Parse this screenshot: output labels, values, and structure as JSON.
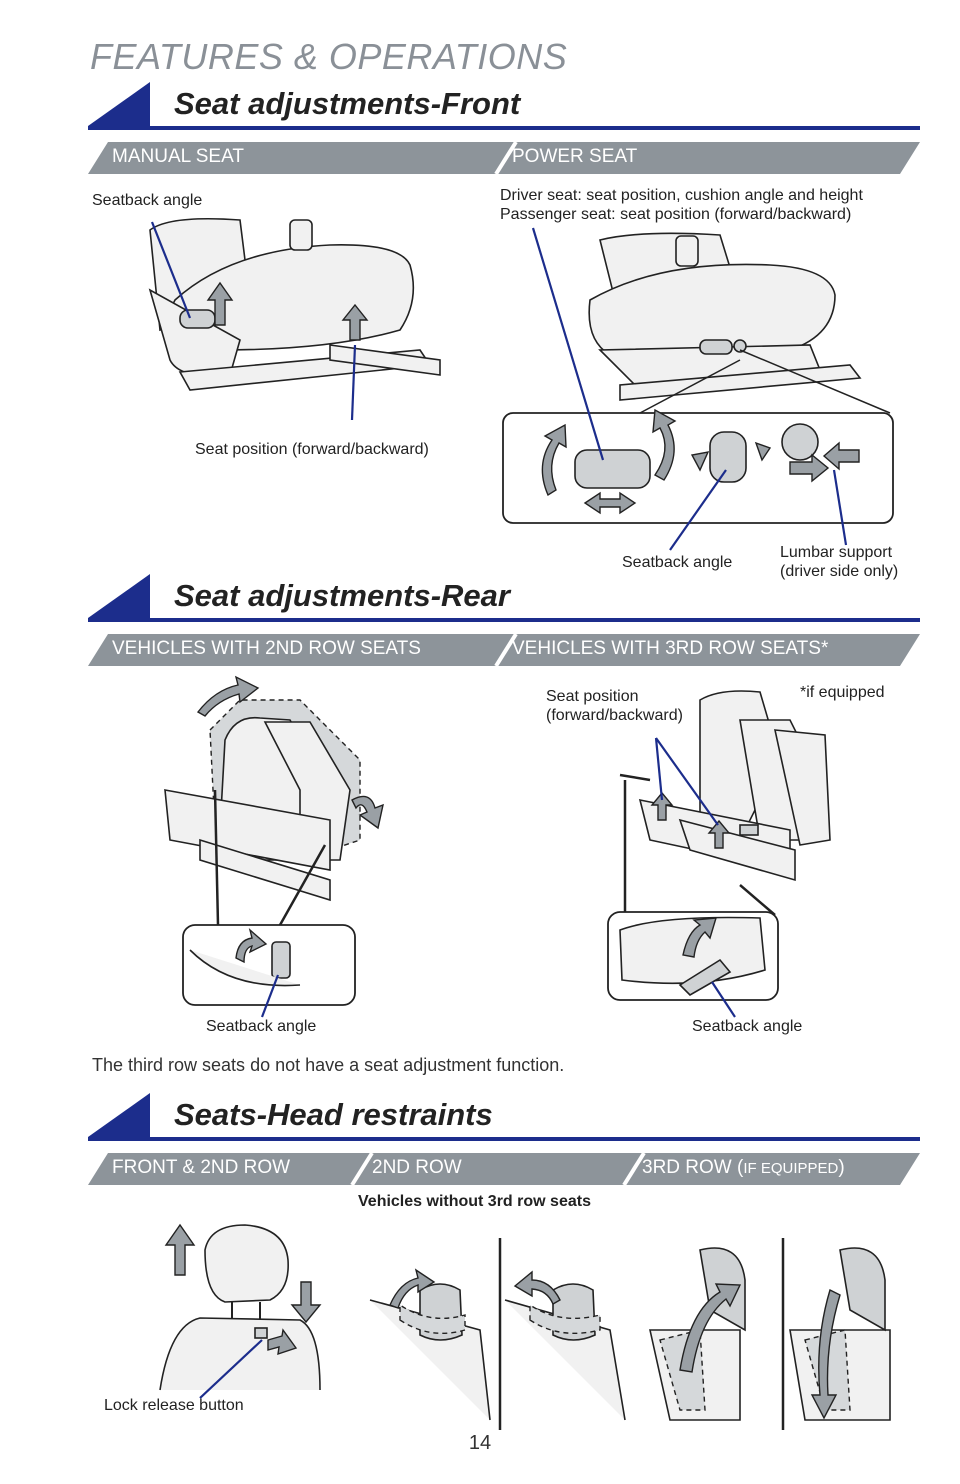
{
  "page_title": "FEATURES & OPERATIONS",
  "sections": {
    "front": {
      "title": "Seat adjustments-Front",
      "tabs": [
        "MANUAL SEAT",
        "POWER SEAT"
      ],
      "callouts": {
        "manual_seatback": "Seatback angle",
        "manual_position": "Seat position (forward/backward)",
        "power_line1": "Driver seat: seat position, cushion angle and height",
        "power_line2": "Passenger seat: seat position (forward/backward)",
        "power_seatback": "Seatback angle",
        "lumbar_line1": "Lumbar support",
        "lumbar_line2": "(driver side only)"
      }
    },
    "rear": {
      "title": "Seat adjustments-Rear",
      "tabs": [
        "VEHICLES WITH 2ND ROW SEATS",
        "VEHICLES WITH 3RD ROW SEATS*"
      ],
      "callouts": {
        "seat_position_line1": "Seat position",
        "seat_position_line2": "(forward/backward)",
        "if_equipped": "*if equipped",
        "left_seatback": "Seatback angle",
        "right_seatback": "Seatback angle"
      },
      "note": "The third row seats do not have a seat adjustment function."
    },
    "head": {
      "title": "Seats-Head restraints",
      "tabs": [
        "FRONT & 2ND ROW",
        "2ND ROW",
        "3RD ROW ("
      ],
      "tab3_small": "IF EQUIPPED",
      "tab3_close": ")",
      "subtitle": "Vehicles without 3rd row seats",
      "lock_release": "Lock release button"
    }
  },
  "page_number": "14",
  "colors": {
    "brand_blue": "#1c2d8c",
    "tab_gray": "#8d949a",
    "title_gray": "#8a9097"
  }
}
